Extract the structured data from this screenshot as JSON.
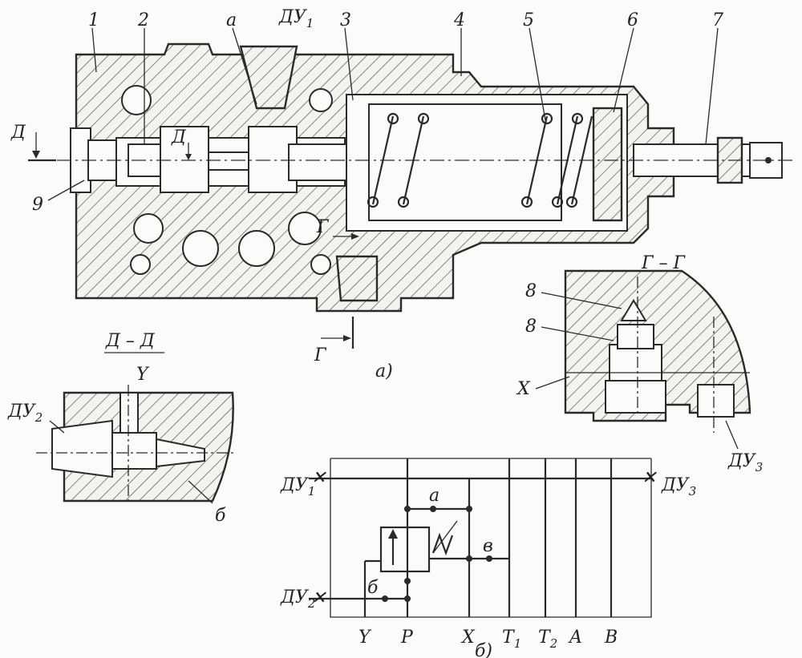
{
  "figure": {
    "part_numbers": [
      "1",
      "2",
      "3",
      "4",
      "5",
      "6",
      "7",
      "8",
      "8",
      "9"
    ],
    "letters": {
      "a": "а",
      "b": "б",
      "v": "в"
    },
    "ports_main": {
      "du1": "ДУ",
      "du1_sub": "1",
      "du2": "ДУ",
      "du2_sub": "2",
      "du3": "ДУ",
      "du3_sub": "3"
    },
    "section_marks": {
      "d": "Д",
      "g": "Г",
      "x": "X",
      "y": "Y"
    },
    "section_titles": {
      "dd": "Д – Д",
      "gg": "Г – Г"
    },
    "captions": {
      "a": "а)",
      "b": "б)"
    },
    "schematic_ports": [
      "Y",
      "P",
      "X",
      "T",
      "T",
      "A",
      "B"
    ],
    "schematic_port_subs": [
      "",
      "",
      "",
      "1",
      "2",
      "",
      ""
    ]
  }
}
